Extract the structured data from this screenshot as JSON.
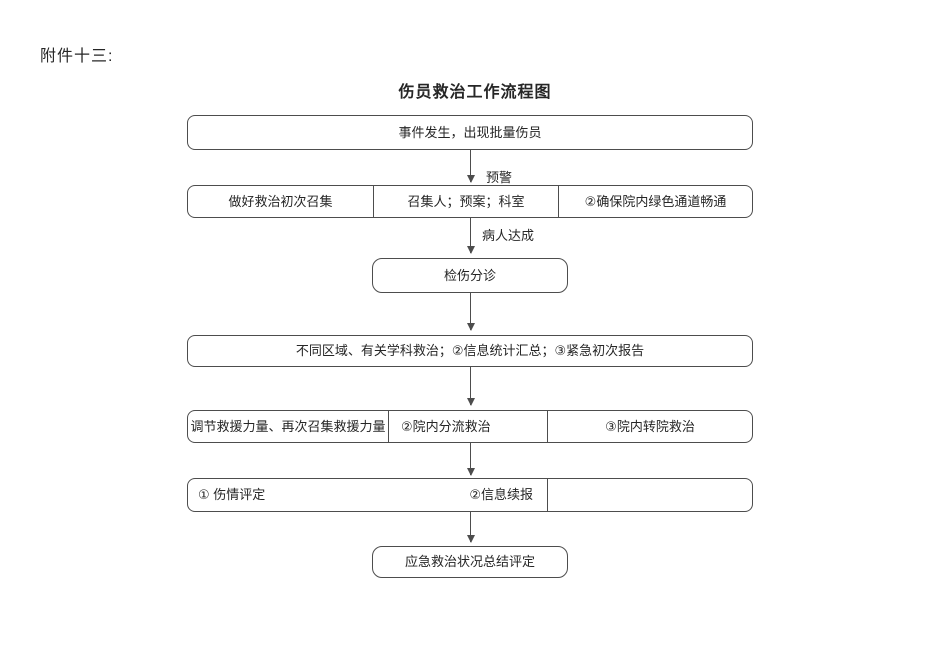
{
  "page": {
    "attachment_label": "附件十三:",
    "title": "伤员救治工作流程图"
  },
  "flowchart": {
    "box1": {
      "text": "事件发生，出现批量伤员"
    },
    "arrow1_label": "预警",
    "box2": {
      "cells": [
        "做好救治初次召集",
        "召集人；预案；科室",
        "②确保院内绿色通道畅通"
      ]
    },
    "arrow2_label": "病人达成",
    "box3": {
      "text": "检伤分诊"
    },
    "box4": {
      "text": "不同区域、有关学科救治；②信息统计汇总；③紧急初次报告"
    },
    "box5": {
      "cells": [
        "调节救援力量、再次召集救援力量",
        "②院内分流救治",
        "③院内转院救治"
      ]
    },
    "box6": {
      "cells": [
        "① 伤情评定",
        "②信息续报",
        ""
      ]
    },
    "box7": {
      "text": "应急救治状况总结评定"
    }
  },
  "colors": {
    "line": "#4d4d4d",
    "text": "#262626",
    "background": "#ffffff"
  }
}
